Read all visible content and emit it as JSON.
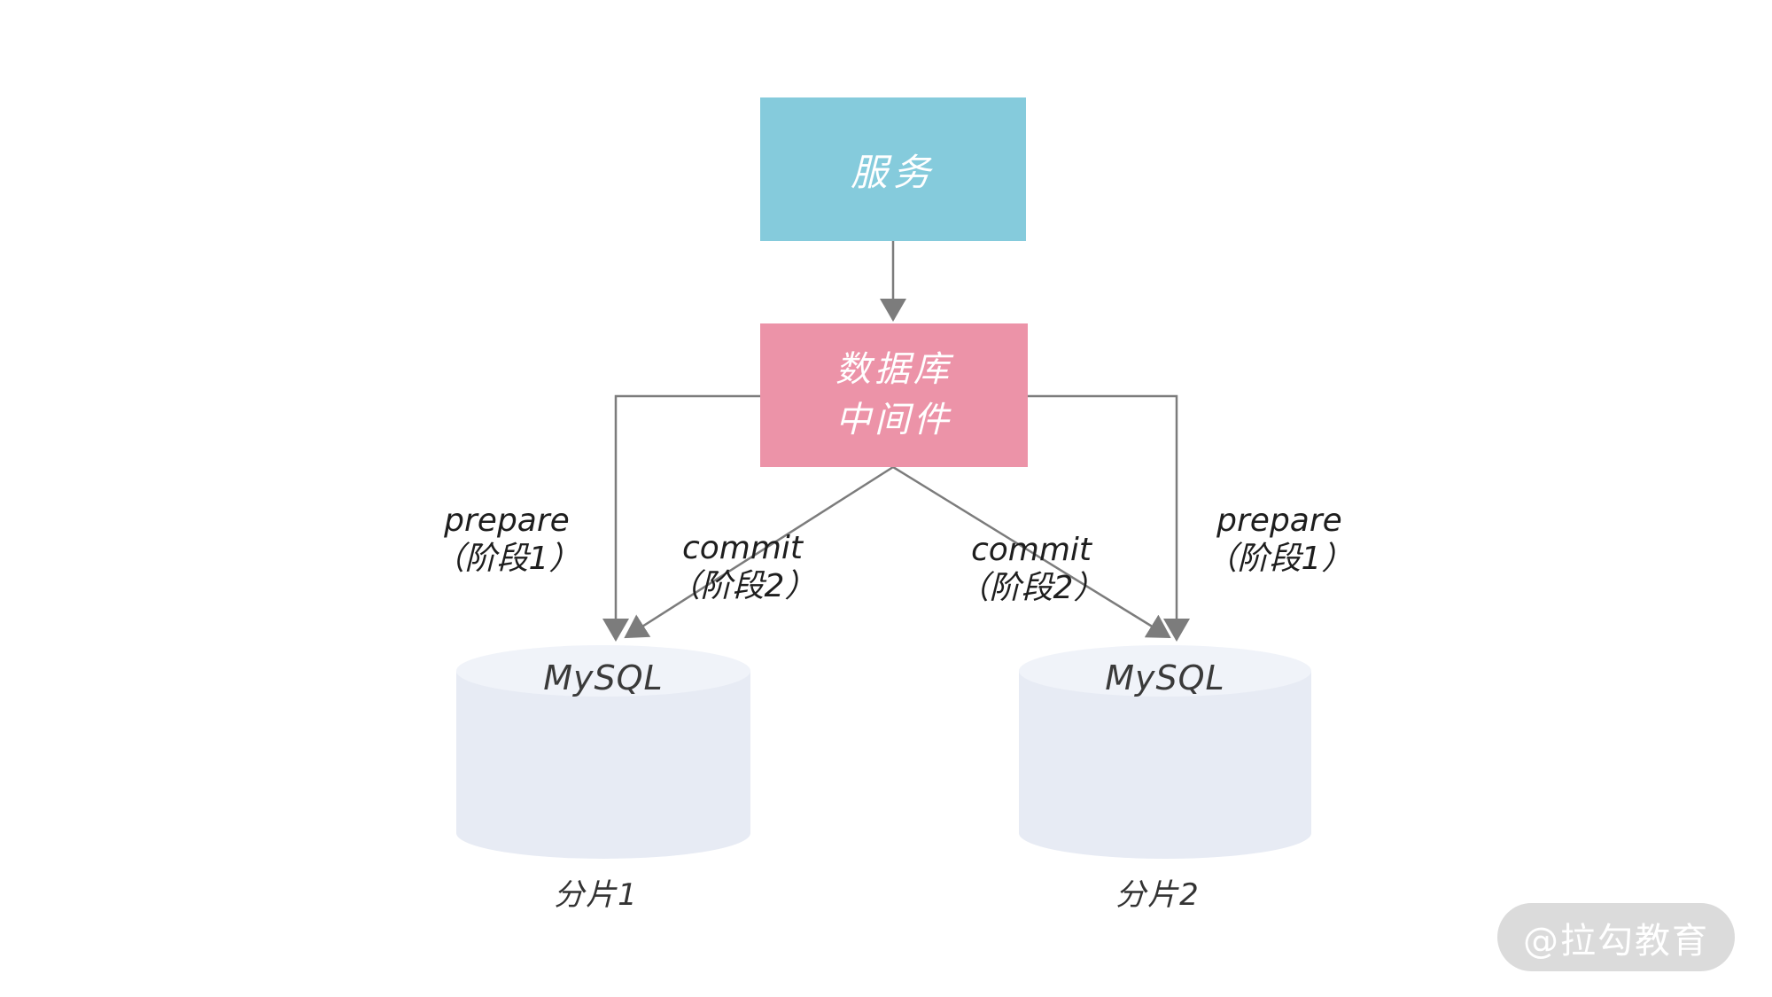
{
  "diagram": {
    "title_semantic": "database-middleware-two-phase-commit-sharding",
    "colors": {
      "background": "#ffffff",
      "service_box": "#85cbdc",
      "middleware_box": "#ec93a8",
      "connector_line": "#7c7c7c",
      "cylinder_body": "#e7ebf4",
      "cylinder_top": "#f0f3f9",
      "edge_label_text": "#1e1e1e",
      "box_text": "#ffffff",
      "watermark_bg": "#dbdbdb",
      "watermark_text": "#ffffff"
    },
    "nodes": {
      "service": {
        "label": "服务"
      },
      "middleware": {
        "label": "数据库\n中间件"
      },
      "shard1": {
        "db_label": "MySQL",
        "caption": "分片1"
      },
      "shard2": {
        "db_label": "MySQL",
        "caption": "分片2"
      }
    },
    "edge_labels": {
      "prepare_left": {
        "line1": "prepare",
        "line2": "（阶段1）"
      },
      "commit_left": {
        "line1": "commit",
        "line2": "（阶段2）"
      },
      "commit_right": {
        "line1": "commit",
        "line2": "（阶段2）"
      },
      "prepare_right": {
        "line1": "prepare",
        "line2": "（阶段1）"
      }
    },
    "watermark": {
      "text": "@拉勾教育"
    }
  }
}
